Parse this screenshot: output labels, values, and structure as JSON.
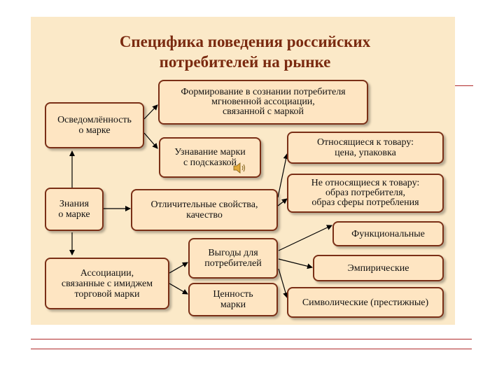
{
  "title": "Специфика поведения российских\nпотребителей на рынке",
  "boxes": {
    "awareness": "Осведомлённость\nо марке",
    "knowledge": "Знания\nо марке",
    "associations": "Ассоциации,\nсвязанные с имиджем\nторговой марки",
    "formation": "Формирование в сознании потребителя\nмгновенной ассоциации,\nсвязанной с маркой",
    "recognition": "Узнавание марки\nс подсказкой",
    "distinctive": "Отличительные свойства,\nкачество",
    "benefits": "Выгоды для\nпотребителей",
    "value": "Ценность\nмарки",
    "product_related": "Относящиеся к товару:\nцена, упаковка",
    "non_product": "Не относящиеся к товару:\nобраз потребителя,\nобраз сферы потребления",
    "functional": "Функциональные",
    "empirical": "Эмпирические",
    "symbolic": "Символические (престижные)"
  },
  "colors": {
    "border": "#7a2f16",
    "box_fill": "#fee5c2",
    "panel": "#fbe9c8",
    "title": "#7a2a10",
    "rule": "#b12a2a"
  },
  "icons": [
    "speaker-icon"
  ]
}
